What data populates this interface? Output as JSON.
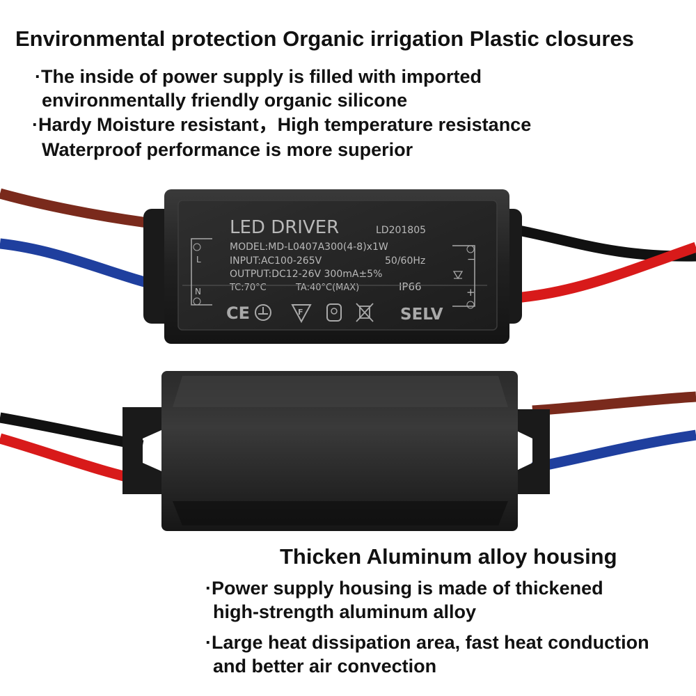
{
  "top_section": {
    "heading": "Environmental protection Organic irrigation Plastic closures",
    "bullets": [
      {
        "line1": "·The inside of power supply is filled with imported",
        "line2": "environmentally friendly organic silicone"
      },
      {
        "line1": "·Hardy  Moisture resistant，High temperature resistance",
        "line2": "Waterproof performance is more superior"
      }
    ]
  },
  "driver_label": {
    "title": "LED DRIVER",
    "code": "LD201805",
    "model": "MODEL:MD-L0407A300(4-8)x1W",
    "input": "INPUT:AC100-265V",
    "frequency": "50/60Hz",
    "output": "OUTPUT:DC12-26V 300mA±5%",
    "tc": "TC:70°C",
    "ta": "TA:40°C(MAX)",
    "ip_rating": "IP66",
    "selv": "SELV",
    "ce": "CE",
    "terminal_l": "L",
    "terminal_n": "N",
    "terminal_minus": "−",
    "terminal_plus": "+"
  },
  "bottom_section": {
    "heading": "Thicken Aluminum alloy housing",
    "bullets": [
      {
        "line1": "·Power supply housing is made of thickened",
        "line2": "high-strength aluminum alloy"
      },
      {
        "line1": "·Large heat dissipation area, fast heat conduction",
        "line2": "and better air convection"
      }
    ]
  },
  "colors": {
    "wire_brown": "#7a2a1c",
    "wire_blue": "#1f3f9e",
    "wire_red": "#d81a1a",
    "wire_black": "#111111",
    "housing": "#1e1e1e"
  }
}
